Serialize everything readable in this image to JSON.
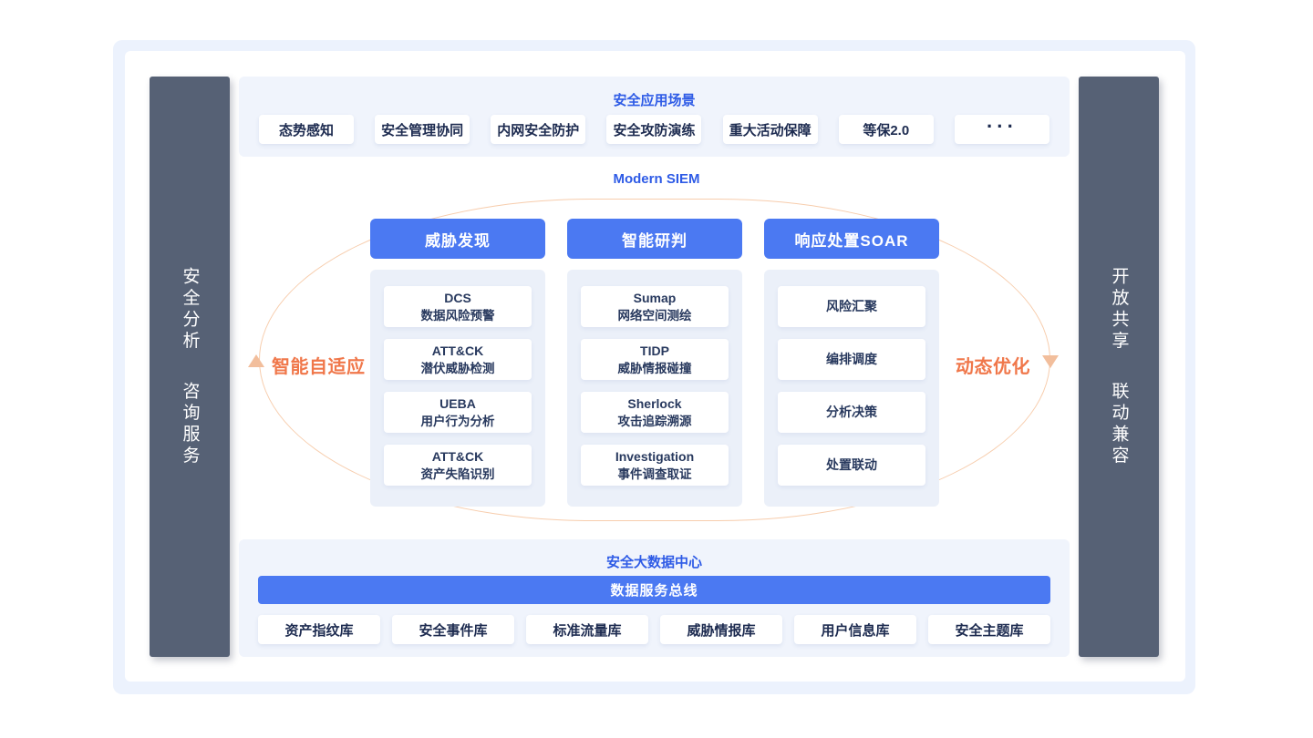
{
  "colors": {
    "accent_blue": "#2e5be6",
    "button_blue": "#4b79f2",
    "sidebar_slate": "#566175",
    "orange_label": "#f0774a",
    "peach_loop": "#f7cdad",
    "section_bg": "#f0f4fc"
  },
  "left_sidebar": {
    "group1": "安全分析",
    "group2": "咨询服务"
  },
  "right_sidebar": {
    "group1": "开放共享",
    "group2": "联动兼容"
  },
  "top_section": {
    "title": "安全应用场景",
    "buttons": [
      "态势感知",
      "安全管理协同",
      "内网安全防护",
      "安全攻防演练",
      "重大活动保障",
      "等保2.0",
      "···"
    ]
  },
  "siem": {
    "title": "Modern SIEM",
    "left_label": "智能自适应",
    "right_label": "动态优化",
    "columns": [
      {
        "header": "威胁发现",
        "items": [
          {
            "en": "DCS",
            "zh": "数据风险预警"
          },
          {
            "en": "ATT&CK",
            "zh": "潜伏威胁检测"
          },
          {
            "en": "UEBA",
            "zh": "用户行为分析"
          },
          {
            "en": "ATT&CK",
            "zh": "资产失陷识别"
          }
        ]
      },
      {
        "header": "智能研判",
        "items": [
          {
            "en": "Sumap",
            "zh": "网络空间测绘"
          },
          {
            "en": "TIDP",
            "zh": "威胁情报碰撞"
          },
          {
            "en": "Sherlock",
            "zh": "攻击追踪溯源"
          },
          {
            "en": "Investigation",
            "zh": "事件调查取证"
          }
        ]
      },
      {
        "header": "响应处置SOAR",
        "items": [
          {
            "zh": "风险汇聚"
          },
          {
            "zh": "编排调度"
          },
          {
            "zh": "分析决策"
          },
          {
            "zh": "处置联动"
          }
        ]
      }
    ]
  },
  "bottom_section": {
    "title": "安全大数据中心",
    "bus_label": "数据服务总线",
    "databases": [
      "资产指纹库",
      "安全事件库",
      "标准流量库",
      "威胁情报库",
      "用户信息库",
      "安全主题库"
    ]
  }
}
